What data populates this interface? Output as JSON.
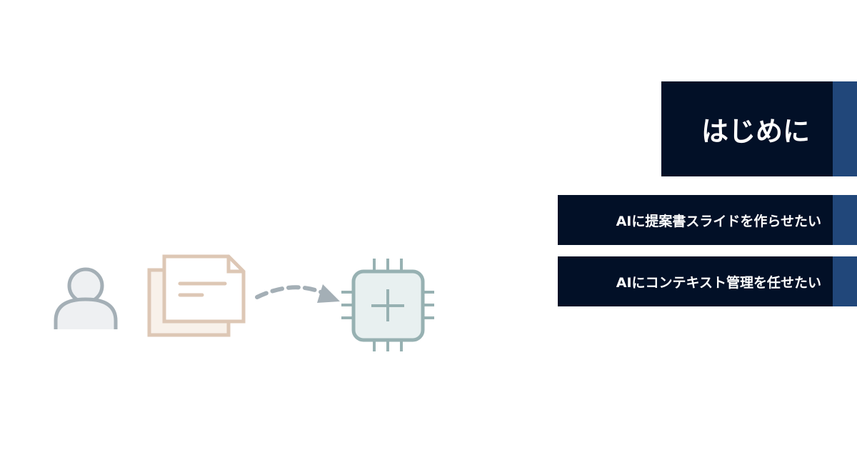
{
  "colors": {
    "tag_background": "#021027",
    "tag_accent": "#21477A",
    "tag_text": "#ffffff",
    "person_stroke": "#A4AFB6",
    "person_fill": "#EEF0F2",
    "document_stroke": "#DDC7B5",
    "document_fill": "#F8F1EA",
    "arrow": "#A4AFB6",
    "chip_stroke": "#97B1B2",
    "chip_fill": "#E8F0F0"
  },
  "icons": {
    "person": "person-icon",
    "documents": "documents-icon",
    "arrow": "dashed-curved-arrow-icon",
    "chip": "ai-chip-icon"
  },
  "header": {
    "title": "はじめに"
  },
  "topics": [
    {
      "label": "AIに提案書スライドを作らせたい"
    },
    {
      "label": "AIにコンテキスト管理を任せたい"
    }
  ]
}
